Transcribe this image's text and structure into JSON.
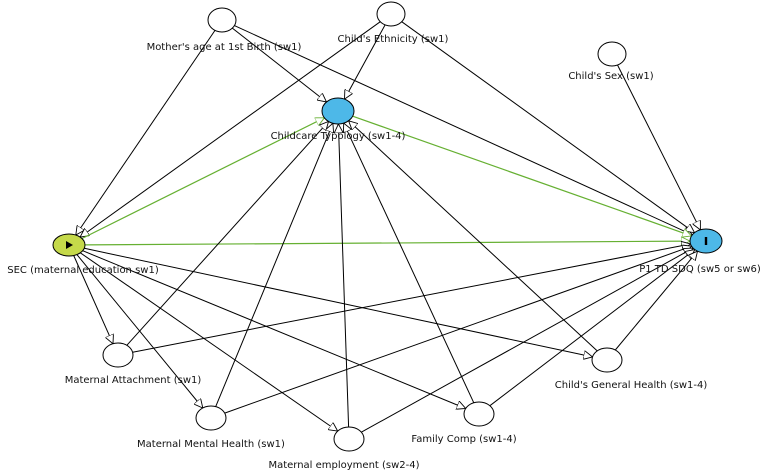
{
  "diagram": {
    "colors": {
      "edge_default": "#000000",
      "edge_causal": "#66b032",
      "node_default": "#ffffff",
      "node_mediator": "#4db8e8",
      "node_exposure": "#c5d94a",
      "node_outcome": "#4db8e8"
    },
    "nodes": {
      "mothers_age": {
        "label": "Mother's age at 1st Birth (sw1)",
        "role": "adjusted"
      },
      "child_ethnicity": {
        "label": "Child's Ethnicity (sw1)",
        "role": "adjusted"
      },
      "child_sex": {
        "label": "Child's Sex (sw1)",
        "role": "adjusted"
      },
      "childcare_typology": {
        "label": "Childcare Typology (sw1-4)",
        "role": "mediator"
      },
      "sec": {
        "label": "SEC (maternal education sw1)",
        "role": "exposure",
        "icon": "play-icon"
      },
      "p1_td_sdq": {
        "label": "P1 TD SDQ (sw5 or sw6)",
        "role": "outcome",
        "icon": "bar-icon"
      },
      "maternal_attachment": {
        "label": "Maternal Attachment (sw1)",
        "role": "adjusted"
      },
      "maternal_mental_health": {
        "label": "Maternal Mental Health (sw1)",
        "role": "adjusted"
      },
      "maternal_employment": {
        "label": "Maternal employment (sw2-4)",
        "role": "adjusted"
      },
      "family_comp": {
        "label": "Family Comp (sw1-4)",
        "role": "adjusted"
      },
      "child_general_health": {
        "label": "Child's General Health (sw1-4)",
        "role": "adjusted"
      }
    },
    "edges": [
      {
        "from": "mothers_age",
        "to": "childcare_typology",
        "kind": "default"
      },
      {
        "from": "mothers_age",
        "to": "sec",
        "kind": "default"
      },
      {
        "from": "mothers_age",
        "to": "p1_td_sdq",
        "kind": "default"
      },
      {
        "from": "child_ethnicity",
        "to": "childcare_typology",
        "kind": "default"
      },
      {
        "from": "child_ethnicity",
        "to": "sec",
        "kind": "default"
      },
      {
        "from": "child_ethnicity",
        "to": "p1_td_sdq",
        "kind": "default"
      },
      {
        "from": "child_sex",
        "to": "p1_td_sdq",
        "kind": "default"
      },
      {
        "from": "sec",
        "to": "childcare_typology",
        "kind": "causal"
      },
      {
        "from": "sec",
        "to": "p1_td_sdq",
        "kind": "causal"
      },
      {
        "from": "childcare_typology",
        "to": "p1_td_sdq",
        "kind": "causal"
      },
      {
        "from": "sec",
        "to": "maternal_attachment",
        "kind": "default"
      },
      {
        "from": "sec",
        "to": "maternal_mental_health",
        "kind": "default"
      },
      {
        "from": "sec",
        "to": "maternal_employment",
        "kind": "default"
      },
      {
        "from": "sec",
        "to": "family_comp",
        "kind": "default"
      },
      {
        "from": "sec",
        "to": "child_general_health",
        "kind": "default"
      },
      {
        "from": "maternal_attachment",
        "to": "childcare_typology",
        "kind": "default"
      },
      {
        "from": "maternal_mental_health",
        "to": "childcare_typology",
        "kind": "default"
      },
      {
        "from": "maternal_employment",
        "to": "childcare_typology",
        "kind": "default"
      },
      {
        "from": "family_comp",
        "to": "childcare_typology",
        "kind": "default"
      },
      {
        "from": "child_general_health",
        "to": "childcare_typology",
        "kind": "default"
      },
      {
        "from": "maternal_attachment",
        "to": "p1_td_sdq",
        "kind": "default"
      },
      {
        "from": "maternal_mental_health",
        "to": "p1_td_sdq",
        "kind": "default"
      },
      {
        "from": "maternal_employment",
        "to": "p1_td_sdq",
        "kind": "default"
      },
      {
        "from": "family_comp",
        "to": "p1_td_sdq",
        "kind": "default"
      },
      {
        "from": "child_general_health",
        "to": "p1_td_sdq",
        "kind": "default"
      }
    ]
  }
}
